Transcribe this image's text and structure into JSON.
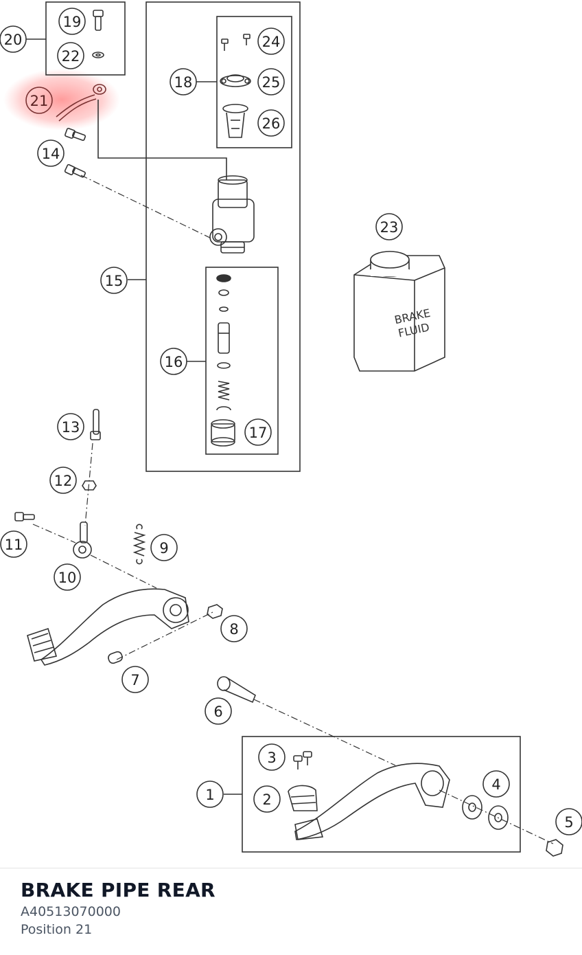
{
  "diagram": {
    "callouts": [
      {
        "label": "1"
      },
      {
        "label": "2"
      },
      {
        "label": "3"
      },
      {
        "label": "4"
      },
      {
        "label": "5"
      },
      {
        "label": "6"
      },
      {
        "label": "7"
      },
      {
        "label": "8"
      },
      {
        "label": "9"
      },
      {
        "label": "10"
      },
      {
        "label": "11"
      },
      {
        "label": "12"
      },
      {
        "label": "13"
      },
      {
        "label": "14"
      },
      {
        "label": "15"
      },
      {
        "label": "16"
      },
      {
        "label": "17"
      },
      {
        "label": "18"
      },
      {
        "label": "19"
      },
      {
        "label": "20"
      },
      {
        "label": "21"
      },
      {
        "label": "22"
      },
      {
        "label": "23"
      },
      {
        "label": "24"
      },
      {
        "label": "25"
      },
      {
        "label": "26"
      }
    ],
    "highlighted_position": "21",
    "highlight_color": "#ff8a8a",
    "can_label_line1": "BRAKE",
    "can_label_line2": "FLUID"
  },
  "part": {
    "name": "BRAKE PIPE REAR",
    "number": "A40513070000",
    "position": "Position 21"
  }
}
